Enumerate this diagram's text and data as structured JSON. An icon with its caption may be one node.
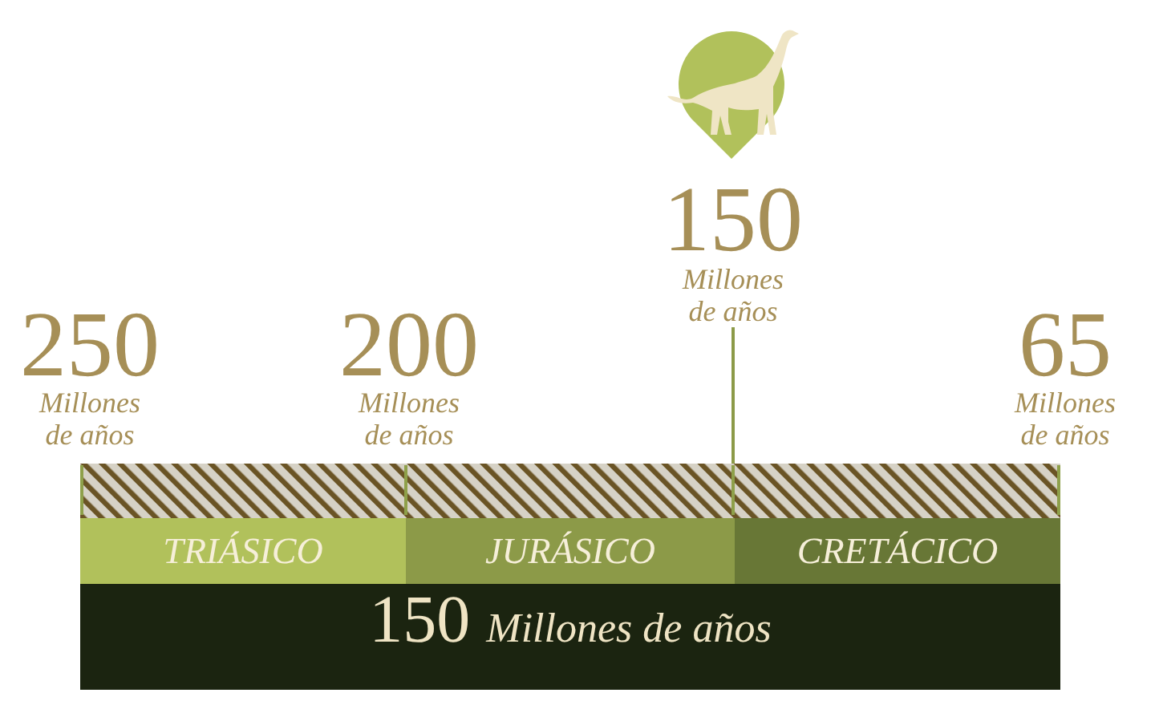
{
  "diagram": {
    "nodes": [
      {
        "text": [
          "150",
          "Millones de años"
        ]
      },
      {
        "text": [],
        "shape": "bar"
      },
      {
        "text": [
          "TRIÁSICO"
        ]
      },
      {
        "text": [
          "JURÁSICO"
        ]
      },
      {
        "text": [
          "CRETÁCICO"
        ]
      },
      {
        "text": [
          "150",
          "Millones de años"
        ]
      }
    ],
    "edges": [
      {
        "from": 0,
        "to": 1,
        "arrow": "none"
      }
    ],
    "labels": [
      "250",
      "Millones de años",
      "200",
      "Millones de años",
      "65",
      "Millones de años"
    ]
  }
}
